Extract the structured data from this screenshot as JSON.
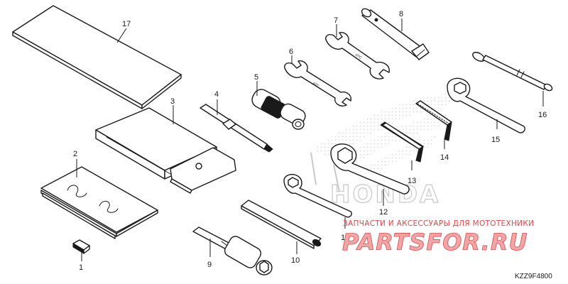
{
  "diagram": {
    "code": "KZZ9F4800",
    "parts": [
      {
        "num": "1"
      },
      {
        "num": "2"
      },
      {
        "num": "3"
      },
      {
        "num": "4"
      },
      {
        "num": "5"
      },
      {
        "num": "6"
      },
      {
        "num": "7"
      },
      {
        "num": "8"
      },
      {
        "num": "9"
      },
      {
        "num": "10"
      },
      {
        "num": "11"
      },
      {
        "num": "12"
      },
      {
        "num": "13"
      },
      {
        "num": "14"
      },
      {
        "num": "15"
      },
      {
        "num": "16"
      },
      {
        "num": "17"
      }
    ]
  },
  "watermark": {
    "tagline": "ЗАПЧАСТИ И АКСЕССУАРЫ ДЛЯ МОТОТЕХНИКИ",
    "site": "PARTSFOR.RU",
    "logo_text": "HONDA"
  },
  "colors": {
    "line": "#1a1a1a",
    "watermark_red": "#e04848",
    "watermark_pink": "#f2a6a6",
    "logo_gray": "#c8c8c8"
  }
}
